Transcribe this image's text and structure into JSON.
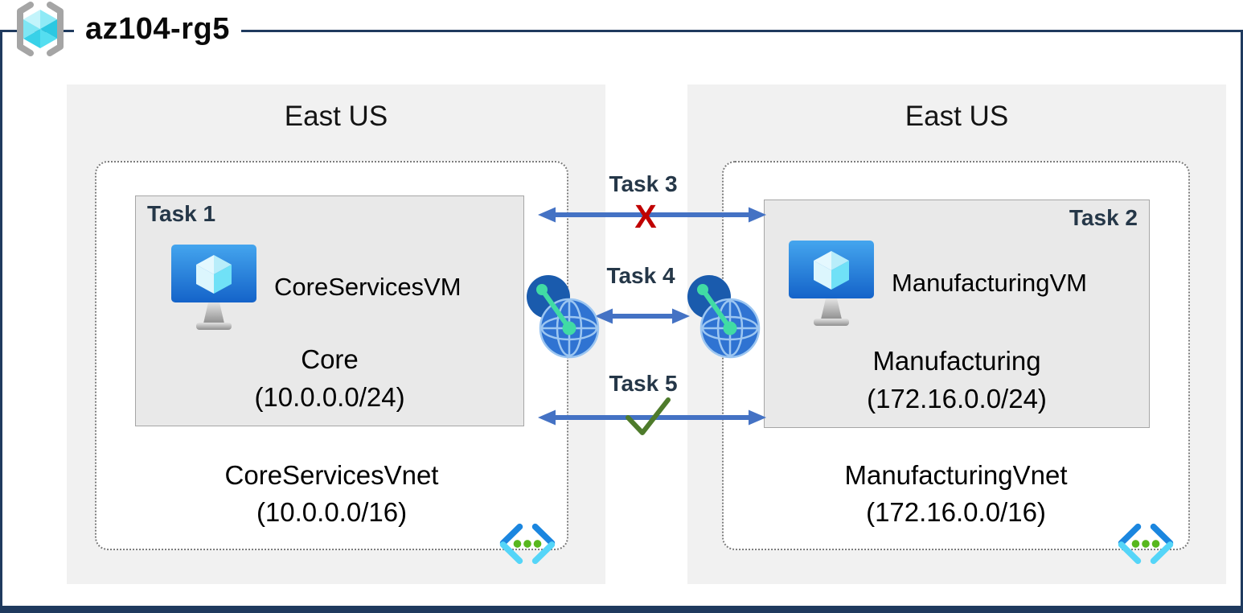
{
  "resource_group": {
    "name": "az104-rg5",
    "icon": "resource-group-icon"
  },
  "regions": [
    {
      "name": "East US",
      "vnet": {
        "name": "CoreServicesVnet",
        "cidr": "(10.0.0.0/16)",
        "icon": "virtual-network-icon",
        "subnet": {
          "task_label": "Task 1",
          "vm_name": "CoreServicesVM",
          "vm_icon": "virtual-machine-icon",
          "name": "Core",
          "cidr": "(10.0.0.0/24)"
        }
      }
    },
    {
      "name": "East US",
      "vnet": {
        "name": "ManufacturingVnet",
        "cidr": "(172.16.0.0/16)",
        "icon": "virtual-network-icon",
        "subnet": {
          "task_label": "Task 2",
          "vm_name": "ManufacturingVM",
          "vm_icon": "virtual-machine-icon",
          "name": "Manufacturing",
          "cidr": "(172.16.0.0/24)"
        }
      }
    }
  ],
  "connections": [
    {
      "label": "Task 3",
      "mark": "X",
      "mark_icon": "x-icon",
      "style": "double-arrow"
    },
    {
      "label": "Task 4",
      "endpoint_icon": "vnet-peering-icon",
      "style": "double-arrow"
    },
    {
      "label": "Task 5",
      "mark": "✓",
      "mark_icon": "check-icon",
      "style": "double-arrow"
    }
  ],
  "colors": {
    "frame": "#1F3A5E",
    "arrow": "#4472C4",
    "x_mark": "#C00000",
    "check_mark": "#4E7B2B",
    "region_fill": "#F1F1F1",
    "subnet_fill": "#E9E9E9",
    "task_text": "#253748"
  }
}
